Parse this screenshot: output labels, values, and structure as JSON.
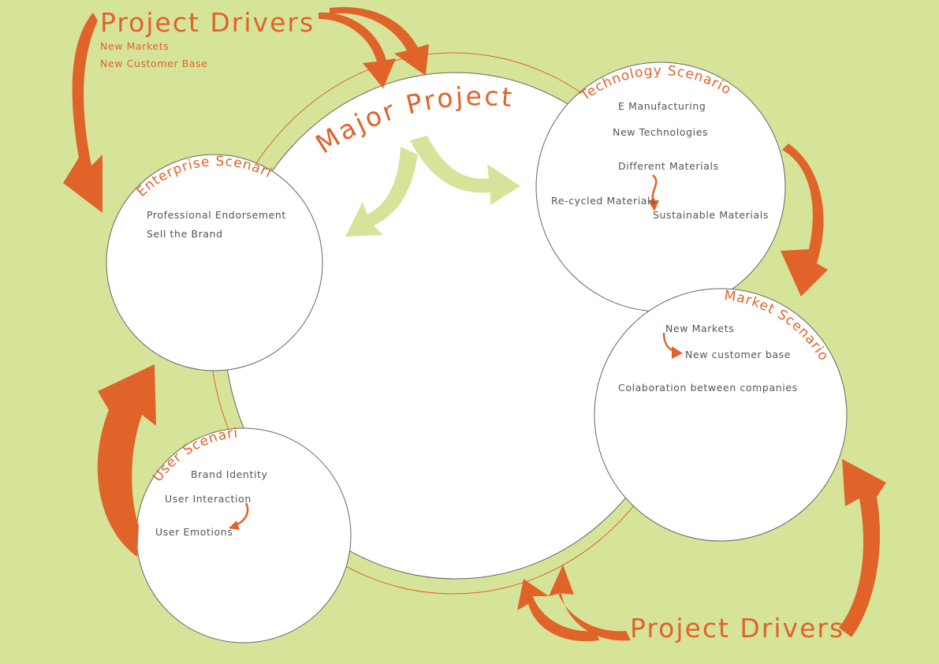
{
  "colors": {
    "background": "#d6e49a",
    "accent": "#e0632a",
    "light_arrow": "#d6e49a",
    "text": "#555555"
  },
  "drivers": {
    "top": {
      "title": "Project Drivers",
      "items": [
        "New Markets",
        "New Customer Base"
      ]
    },
    "bottom": {
      "title": "Project Drivers"
    }
  },
  "major_project": {
    "title": "Major Project"
  },
  "scenarios": {
    "enterprise": {
      "title": "Enterprise Scenario",
      "items": [
        "Professional Endorsement",
        "Sell the Brand"
      ]
    },
    "technology": {
      "title": "Technology Scenario",
      "items": [
        "E Manufacturing",
        "New Technologies",
        "Different Materials",
        "Re-cycled Materials",
        "Sustainable Materials"
      ]
    },
    "market": {
      "title": "Market Scenario",
      "items": [
        "New Markets",
        "New customer base",
        "Colaboration between companies"
      ]
    },
    "user": {
      "title": "User Scenario",
      "items": [
        "Brand Identity",
        "User Interaction",
        "User Emotions"
      ]
    }
  }
}
